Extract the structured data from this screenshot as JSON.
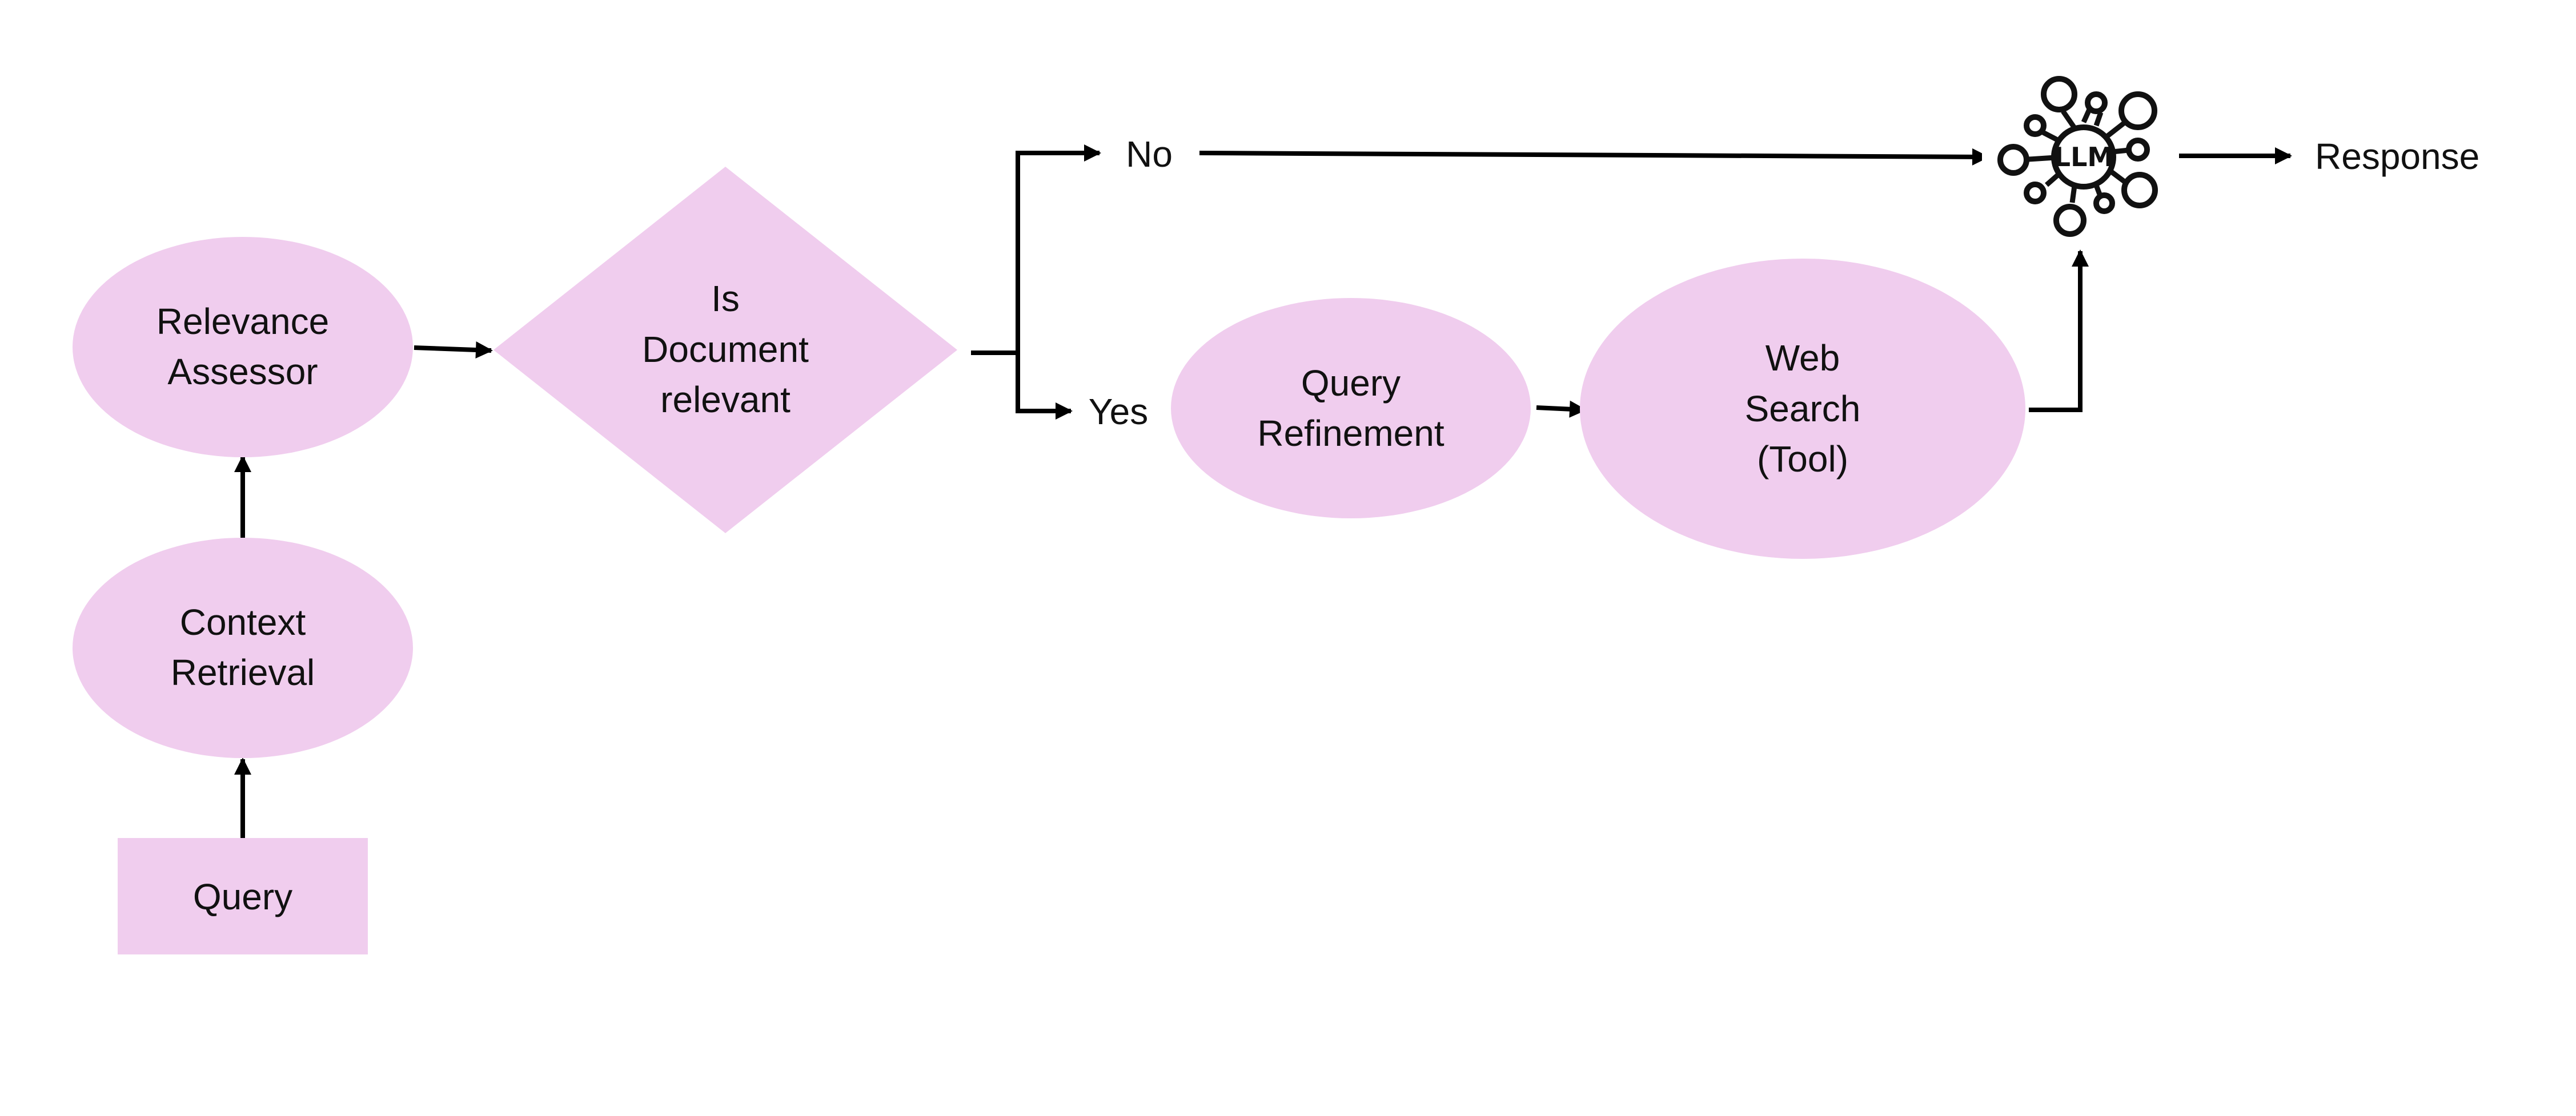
{
  "colors": {
    "node_fill": "#f0cdee",
    "arrow": "#000000",
    "text": "#111111"
  },
  "nodes": {
    "query": {
      "label": [
        "Query"
      ]
    },
    "context_retrieval": {
      "label": [
        "Context",
        "Retrieval"
      ]
    },
    "relevance_assessor": {
      "label": [
        "Relevance",
        "Assessor"
      ]
    },
    "decision": {
      "label": [
        "Is",
        "Document",
        "relevant"
      ]
    },
    "query_refinement": {
      "label": [
        "Query",
        "Refinement"
      ]
    },
    "web_search": {
      "label": [
        "Web",
        "Search",
        "(Tool)"
      ]
    },
    "llm": {
      "label": "LLM",
      "icon": "llm-network-icon"
    },
    "response": {
      "label": "Response"
    }
  },
  "branches": {
    "no": "No",
    "yes": "Yes"
  }
}
